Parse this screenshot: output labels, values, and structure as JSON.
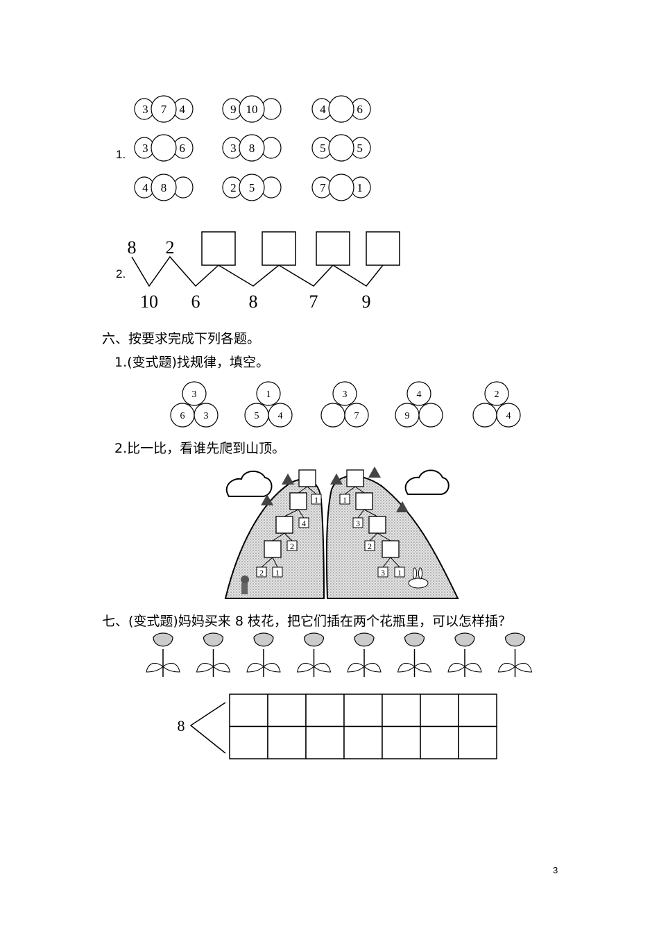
{
  "part5": {
    "q1": {
      "label": "1.",
      "groups": [
        {
          "kind": "apple",
          "values": [
            "3",
            "7",
            "4"
          ]
        },
        {
          "kind": "peach",
          "values": [
            "9",
            "10",
            ""
          ]
        },
        {
          "kind": "pear",
          "values": [
            "4",
            "",
            "6"
          ]
        },
        {
          "kind": "tomato",
          "values": [
            "3",
            "",
            "6"
          ]
        },
        {
          "kind": "strawberry",
          "values": [
            "3",
            "8",
            ""
          ]
        },
        {
          "kind": "cherry",
          "values": [
            "5",
            "",
            "5"
          ]
        },
        {
          "kind": "radish",
          "values": [
            "4",
            "8",
            ""
          ]
        },
        {
          "kind": "mushroom",
          "values": [
            "2",
            "5",
            ""
          ]
        },
        {
          "kind": "eggplant",
          "values": [
            "7",
            "",
            "1"
          ]
        }
      ]
    },
    "q2": {
      "label": "2.",
      "top": [
        "8",
        "2",
        "",
        "",
        "",
        ""
      ],
      "bottom": [
        "10",
        "6",
        "8",
        "7",
        "9"
      ]
    }
  },
  "part6": {
    "heading": "六、按要求完成下列各题。",
    "q1": {
      "label": "1.(变式题)找规律，填空。",
      "triads": [
        [
          "3",
          "6",
          "3"
        ],
        [
          "1",
          "5",
          "4"
        ],
        [
          "3",
          "",
          "7"
        ],
        [
          "4",
          "9",
          ""
        ],
        [
          "2",
          "",
          "4"
        ]
      ]
    },
    "q2": {
      "label": "2.比一比，看谁先爬到山顶。",
      "left_small": [
        "1",
        "4",
        "2",
        "2",
        "1"
      ],
      "right_small": [
        "1",
        "3",
        "2",
        "3",
        "1"
      ]
    }
  },
  "part7": {
    "heading": "七、(变式题)妈妈买来 8 枝花，把它们插在两个花瓶里，可以怎样插？",
    "flower_count": 8,
    "total": "8",
    "columns": 7,
    "rows": 2
  },
  "page_number": "3"
}
